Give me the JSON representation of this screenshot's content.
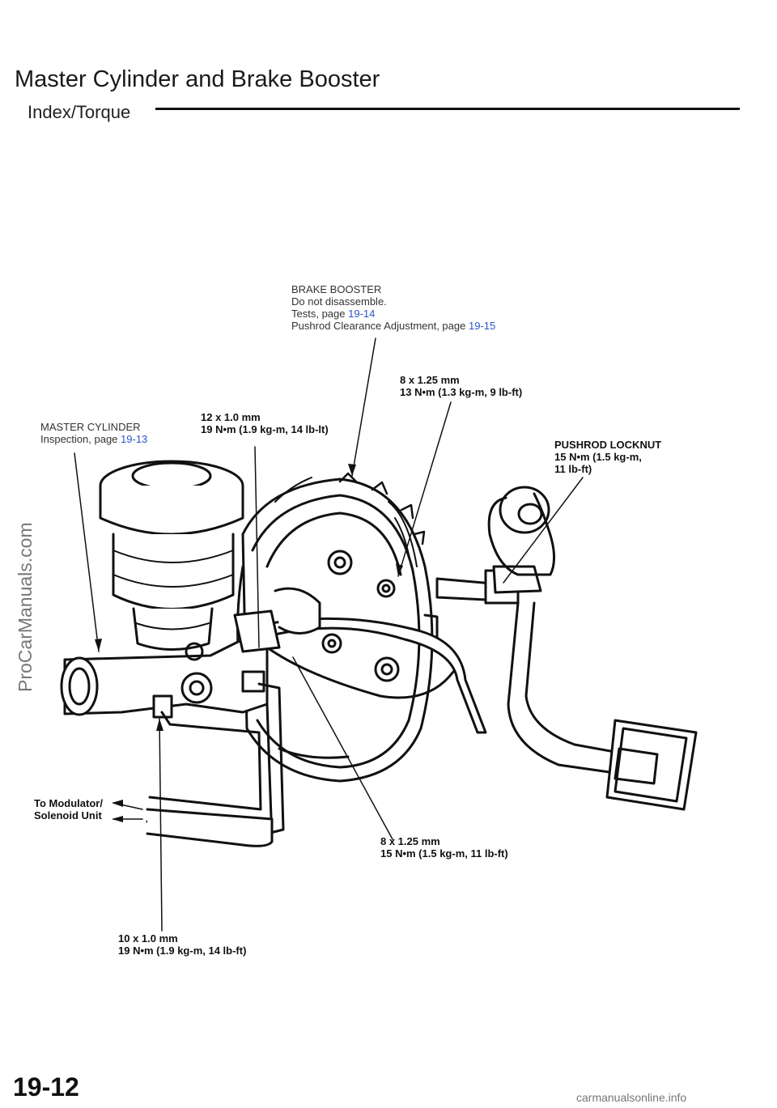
{
  "header": {
    "title": "Master Cylinder and Brake Booster",
    "subtitle": "Index/Torque"
  },
  "labels": {
    "brake_booster": {
      "name": "BRAKE BOOSTER",
      "note": "Do  not  disassemble.",
      "tests_text": "Tests,  page",
      "tests_page": "19-14",
      "pushrod_text": "Pushrod  Clearance  Adjustment,  page",
      "pushrod_page": "19-15"
    },
    "master_cylinder": {
      "name": "MASTER  CYLINDER",
      "inspection_text": "Inspection,  page",
      "inspection_page": "19-13"
    },
    "to_modulator": {
      "line1": "To Modulator/",
      "line2": "Solenoid Unit"
    }
  },
  "torque_specs": {
    "booster_nut": {
      "size": "8 x 1.25 mm",
      "torque": "13 N•m (1.3 kg-m, 9 lb-ft)"
    },
    "cylinder_nut": {
      "size": "12 x 1.0 mm",
      "torque": "19 N•m (1.9 kg-m, 14 lb-lt)"
    },
    "pushrod_locknut": {
      "name": "PUSHROD LOCKNUT",
      "torque_1": "15 N•m (1.5 kg-m,",
      "torque_2": "11 lb-ft)"
    },
    "lower_nut": {
      "size": "8 x 1.25 mm",
      "torque": "15 N•m (1.5 kg-m, 11 lb-ft)"
    },
    "brake_line": {
      "size": "10 x 1.0 mm",
      "torque": "19 N•m (1.9 kg-m, 14 lb-ft)"
    }
  },
  "watermark": "ProCarManuals.com",
  "page_number": "19-12",
  "footer": "carmanualsonline.info"
}
